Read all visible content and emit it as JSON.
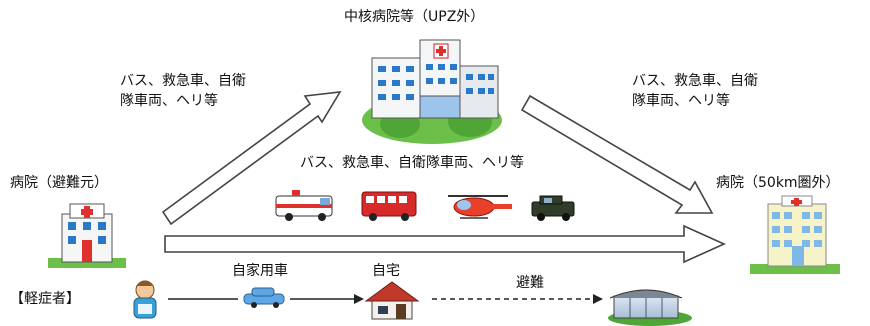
{
  "labels": {
    "core_hospital": "中核病院等（UPZ外）",
    "origin_hospital": "病院（避難元）",
    "dest_hospital": "病院（50km圏外）",
    "transport_left_line1": "バス、救急車、自衛",
    "transport_left_line2": "隊車両、ヘリ等",
    "transport_right_line1": "バス、救急車、自衛",
    "transport_right_line2": "隊車両、ヘリ等",
    "transport_center": "バス、救急車、自衛隊車両、ヘリ等",
    "light_patients": "【軽症者】",
    "private_car": "自家用車",
    "home": "自宅",
    "evacuation": "避難"
  },
  "colors": {
    "hospital_red": "#e0302c",
    "greenery": "#6cc04a",
    "window_blue": "#2a78c8",
    "home_roof": "#c0392b"
  }
}
